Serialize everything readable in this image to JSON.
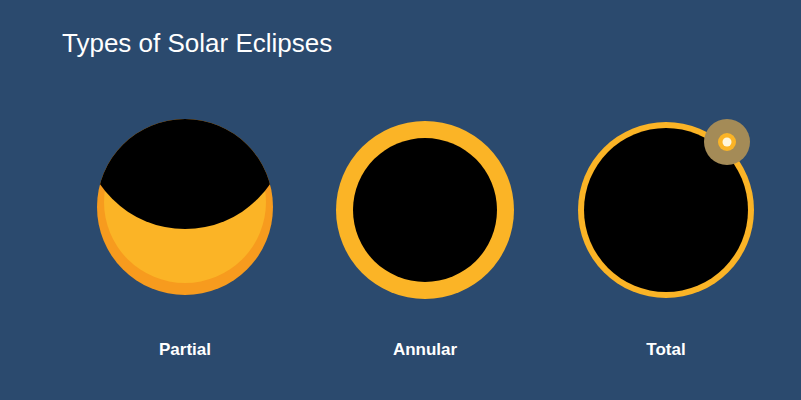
{
  "diagram": {
    "title": "Types of Solar Eclipses",
    "labels": [
      "Partial",
      "Annular",
      "Total"
    ]
  }
}
